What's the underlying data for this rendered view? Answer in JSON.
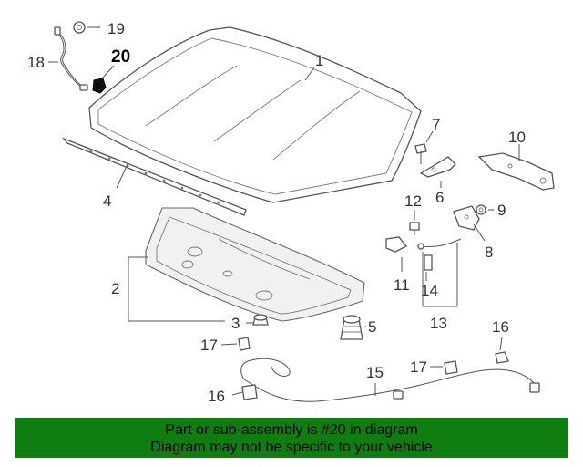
{
  "callouts": {
    "c1": "1",
    "c2": "2",
    "c3": "3",
    "c4": "4",
    "c5": "5",
    "c6": "6",
    "c7": "7",
    "c8": "8",
    "c9": "9",
    "c10": "10",
    "c11": "11",
    "c12": "12",
    "c13": "13",
    "c14": "14",
    "c15": "15",
    "c16a": "16",
    "c16b": "16",
    "c17a": "17",
    "c17b": "17",
    "c18": "18",
    "c19": "19",
    "c20": "20"
  },
  "highlight_color": "#000000",
  "banner": {
    "background": "#0f7d0f",
    "line1": "Part or sub-assembly is #20 in diagram",
    "line2": "Diagram may not be specific to your vehicle"
  }
}
